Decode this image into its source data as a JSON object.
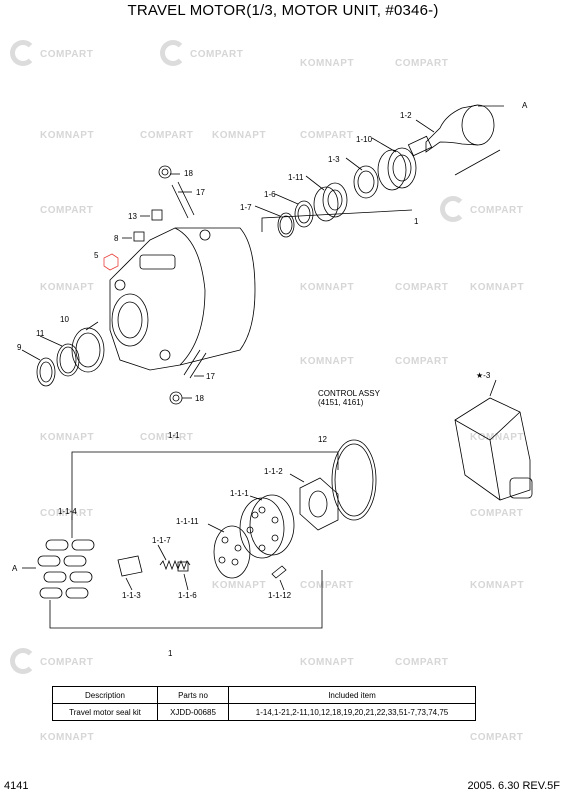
{
  "title": "TRAVEL MOTOR(1/3, MOTOR UNIT, #0346-)",
  "watermark": {
    "komatsu": "KOMNAPT",
    "compart": "COMPART"
  },
  "labels": {
    "l1_2": "1-2",
    "lA_top": "A",
    "l1_10": "1-10",
    "l1_3": "1-3",
    "l1_11": "1-11",
    "l1_6": "1-6",
    "l1_7": "1-7",
    "l1": "1",
    "l18_top": "18",
    "l17_top": "17",
    "l13": "13",
    "l8": "8",
    "l5": "5",
    "l10": "10",
    "l11": "11",
    "l9": "9",
    "l17_bot": "17",
    "l18_bot": "18",
    "control_assy_1": "CONTROL ASSY",
    "control_assy_2": "(4151, 4161)",
    "star3": "★-3",
    "l1_1": "1-1",
    "l12": "12",
    "l1_1_2": "1-1-2",
    "l1_1_1": "1-1-1",
    "l1_1_11": "1-1-11",
    "l1_1_4": "1-1-4",
    "l1_1_7": "1-1-7",
    "lA_left": "A",
    "l1_1_3": "1-1-3",
    "l1_1_6": "1-1-6",
    "l1_1_12": "1-1-12",
    "l1_bottom": "1"
  },
  "table": {
    "headers": [
      "Description",
      "Parts no",
      "Included item"
    ],
    "rows": [
      [
        "Travel motor seal kit",
        "XJDD-00685",
        "1-14,1-21,2-11,10,12,18,19,20,21,22,33,51-7,73,74,75"
      ]
    ]
  },
  "footer": {
    "page": "4141",
    "date_rev": "2005. 6.30  REV.5F"
  },
  "colors": {
    "highlight": "#e8403a",
    "watermark": "#d6d6d6"
  }
}
